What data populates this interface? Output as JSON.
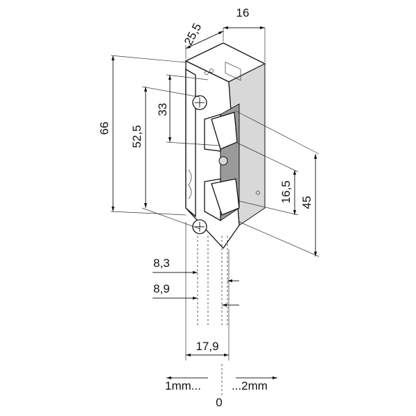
{
  "drawing": {
    "dimensions": {
      "depth": "25,5",
      "width_top": "16",
      "total_height": "66",
      "screw_spacing": "52,5",
      "upper_offset": "33",
      "latch_height": "16,5",
      "latch_span": "45",
      "offset_a": "8,3",
      "offset_b": "8,9",
      "plate_width": "17,9",
      "adjust_left": "1mm...",
      "adjust_right": "...2mm",
      "zero": "0"
    }
  }
}
